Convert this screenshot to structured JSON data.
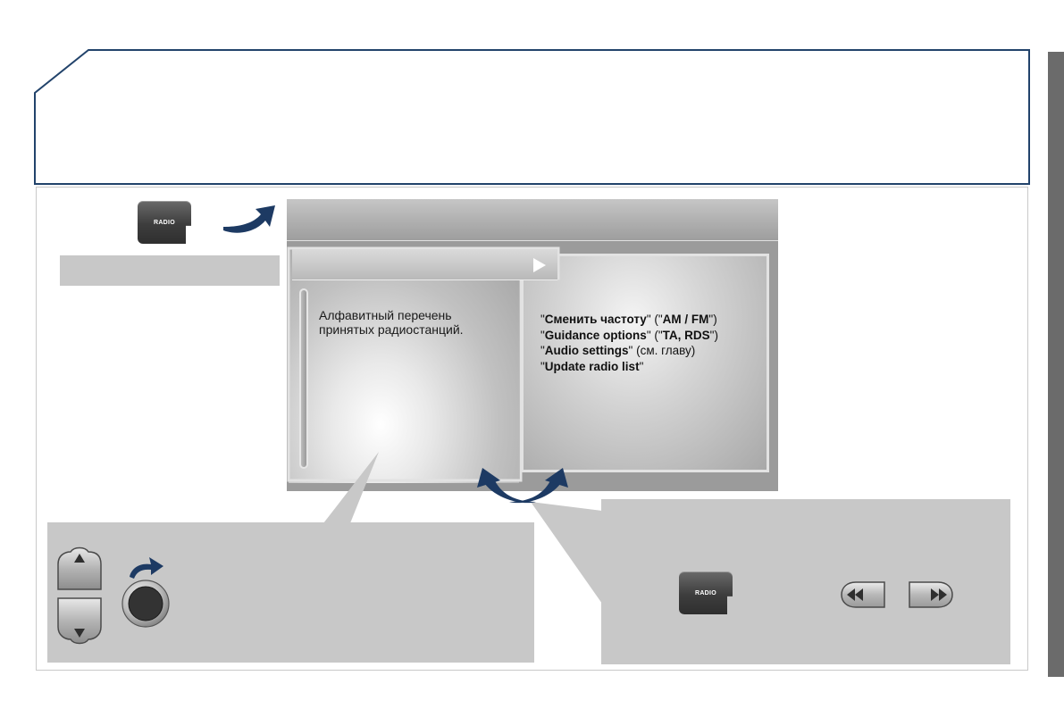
{
  "buttons": {
    "radio_top_label": "RADIO",
    "radio_bottom_label": "RADIO"
  },
  "screen": {
    "station_description": {
      "line1": "Алфавитный перечень",
      "line2": "принятых радиостанций."
    },
    "options": [
      {
        "q1": "\"",
        "bold": "Сменить частоту",
        "q2": "\" (\"",
        "bold2": "AM / FM",
        "q3": "\")"
      },
      {
        "q1": "\"",
        "bold": "Guidance options",
        "q2": "\" (\"",
        "bold2": "TA, RDS",
        "q3": "\")"
      },
      {
        "q1": "\"",
        "bold": "Audio settings",
        "q2": "\" (см. главу)",
        "bold2": "",
        "q3": ""
      },
      {
        "q1": "\"",
        "bold": "Update radio list",
        "q2": "\"",
        "bold2": "",
        "q3": ""
      }
    ]
  },
  "colors": {
    "arrow_blue": "#1d3a63",
    "header_border": "#22436b",
    "panel_grey": "#c8c8c8",
    "side_tab": "#6b6b6b"
  },
  "icons": {
    "arrow_top": "curved-arrow-right-icon",
    "curved_arrows": "curved-double-arrow-icon",
    "play": "play-triangle-icon",
    "knob_arrow": "rotate-arrow-icon",
    "seek_back": "rewind-icon",
    "seek_forward": "fast-forward-icon"
  }
}
